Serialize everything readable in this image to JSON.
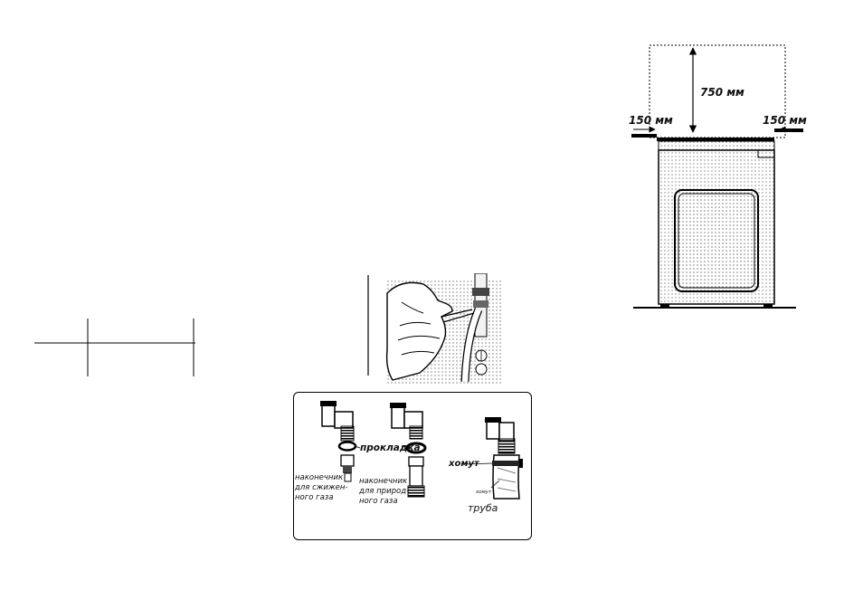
{
  "cabinet_diagram": {
    "height_label": "750 мм",
    "left_gap_label": "150 мм",
    "right_gap_label": "150 мм"
  },
  "fittings_diagram": {
    "gasket_label": "прокладка",
    "lpg_tip_label": [
      "наконечник",
      "для сжижен-",
      "ного газа"
    ],
    "natural_gas_tip_label": [
      "наконечник",
      "для природ-",
      "ного газа"
    ],
    "clamp_label": "хомут",
    "clamp_small_label": "хомут",
    "pipe_label": "труба"
  }
}
